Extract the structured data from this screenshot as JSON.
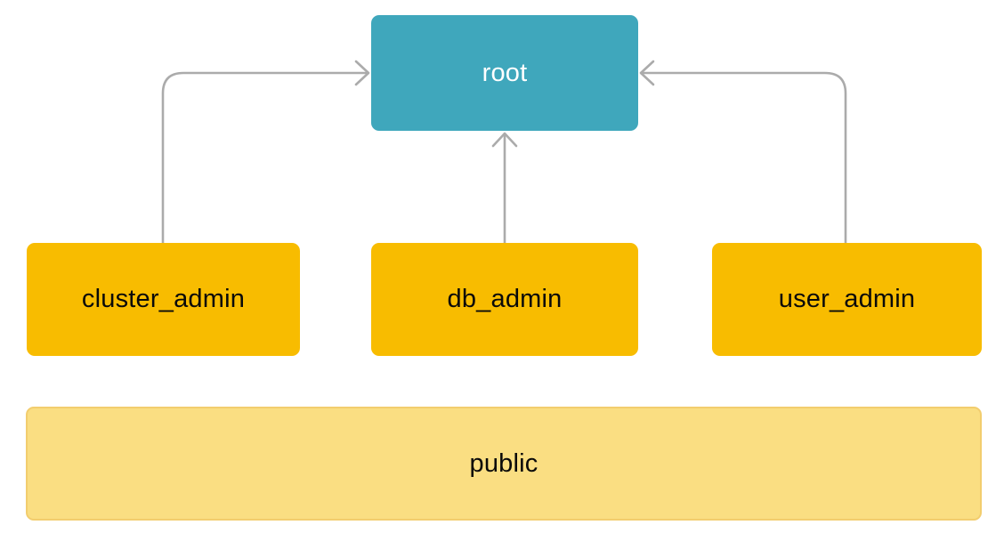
{
  "diagram": {
    "nodes": {
      "root": {
        "label": "root"
      },
      "cluster_admin": {
        "label": "cluster_admin"
      },
      "db_admin": {
        "label": "db_admin"
      },
      "user_admin": {
        "label": "user_admin"
      },
      "public": {
        "label": "public"
      }
    },
    "edges": [
      {
        "from": "cluster_admin",
        "to": "root",
        "direction": "up"
      },
      {
        "from": "db_admin",
        "to": "root",
        "direction": "up"
      },
      {
        "from": "user_admin",
        "to": "root",
        "direction": "up"
      }
    ]
  },
  "colors": {
    "root_fill": "#3FA7BC",
    "admin_fill": "#F8BC00",
    "public_fill": "#FADE82",
    "public_border": "#F2CD6E",
    "arrow": "#ABABAB",
    "root_text": "#FFFFFF",
    "node_text": "#0A0A0A",
    "background": "#FFFFFF"
  }
}
